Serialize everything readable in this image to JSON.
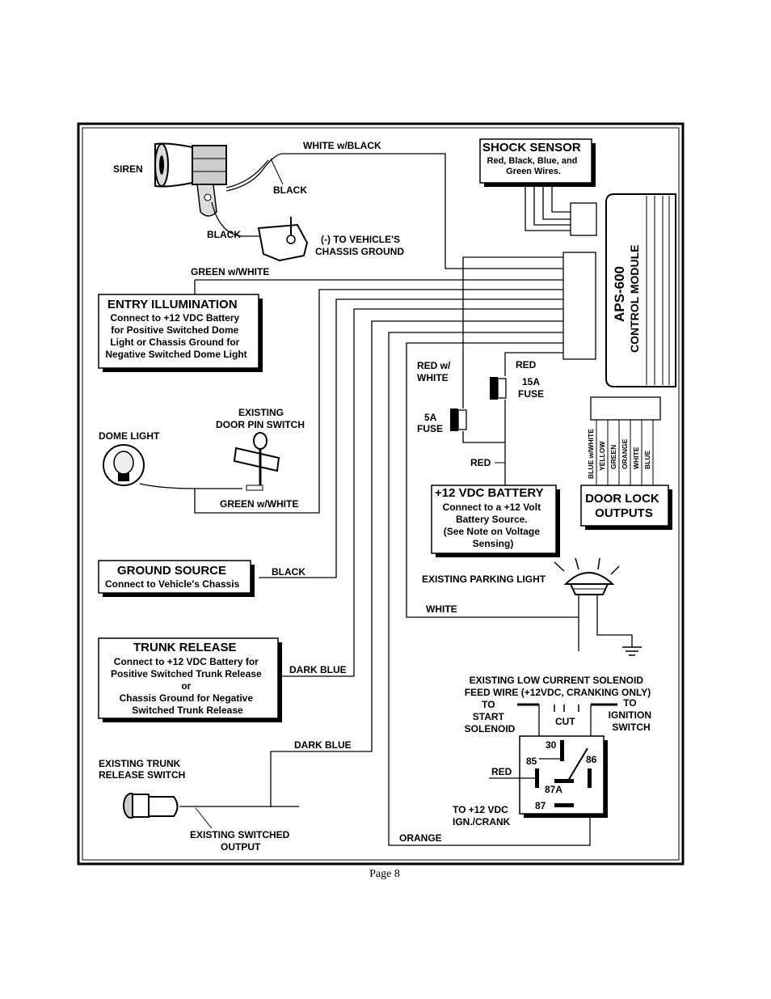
{
  "labels": {
    "siren": "SIREN",
    "white_w_black": "WHITE w/BLACK",
    "black1": "BLACK",
    "black2": "BLACK",
    "chassis_ground": [
      "(-) TO VEHICLE'S",
      "CHASSIS GROUND"
    ],
    "green_w_white_top": "GREEN w/WHITE",
    "door_pin_switch": [
      "EXISTING",
      "DOOR PIN SWITCH"
    ],
    "dome_light": "DOME LIGHT",
    "green_w_white_bottom": "GREEN w/WHITE",
    "black3": "BLACK",
    "dark_blue1": "DARK BLUE",
    "dark_blue2": "DARK BLUE",
    "trunk_switch": [
      "EXISTING TRUNK",
      "RELEASE SWITCH"
    ],
    "switched_output": [
      "EXISTING SWITCHED",
      "OUTPUT"
    ],
    "red_w_white": [
      "RED w/",
      "WHITE"
    ],
    "red_top": "RED",
    "fuse_15a": [
      "15A",
      "FUSE"
    ],
    "fuse_5a": [
      "5A",
      "FUSE"
    ],
    "red_mid": "RED",
    "parking_light": "EXISTING PARKING LIGHT",
    "white": "WHITE",
    "solenoid": [
      "EXISTING LOW CURRENT SOLENOID",
      "FEED WIRE (+12VDC, CRANKING ONLY)"
    ],
    "to_start": [
      "TO",
      "START",
      "SOLENOID"
    ],
    "cut": "CUT",
    "to_ignition": [
      "TO",
      "IGNITION",
      "SWITCH"
    ],
    "red_relay": "RED",
    "to_12v": [
      "TO +12 VDC",
      "IGN./CRANK"
    ],
    "orange": "ORANGE",
    "relay_pins": [
      "30",
      "85",
      "86",
      "87A",
      "87"
    ],
    "door_lock_wires": [
      "BLUE w/WHITE",
      "YELLOW",
      "GREEN",
      "ORANGE",
      "WHITE",
      "BLUE"
    ]
  },
  "boxes": {
    "shock_sensor": {
      "title": "SHOCK SENSOR",
      "lines": [
        "Red, Black, Blue, and",
        "Green Wires."
      ]
    },
    "entry_illumination": {
      "title": "ENTRY ILLUMINATION",
      "lines": [
        "Connect to +12 VDC Battery",
        "for Positive Switched Dome",
        "Light or Chassis Ground for",
        "Negative Switched Dome Light"
      ]
    },
    "ground_source": {
      "title": "GROUND SOURCE",
      "lines": [
        "Connect to Vehicle's Chassis"
      ]
    },
    "trunk_release": {
      "title": "TRUNK RELEASE",
      "lines": [
        "Connect to +12 VDC Battery for",
        "Positive Switched Trunk Release",
        "or",
        "Chassis Ground for Negative",
        "Switched Trunk Release"
      ]
    },
    "battery": {
      "title": "+12 VDC BATTERY",
      "lines": [
        "Connect to a +12 Volt",
        "Battery Source.",
        "(See Note on Voltage",
        "Sensing)"
      ]
    },
    "door_lock": {
      "title": [
        "DOOR LOCK",
        "OUTPUTS"
      ]
    }
  },
  "control_module": {
    "model": "APS-600",
    "name": "CONTROL MODULE"
  },
  "page": "Page 8"
}
